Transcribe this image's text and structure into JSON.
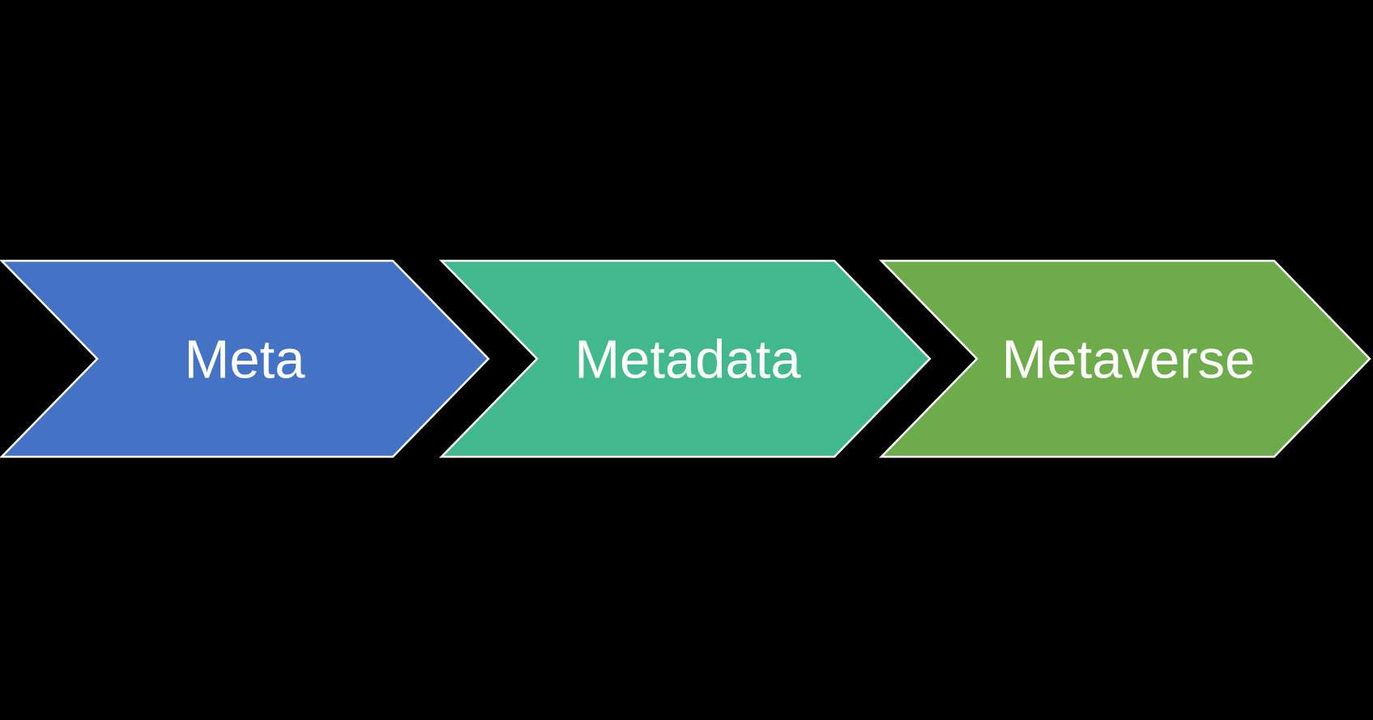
{
  "diagram": {
    "type": "chevron-process-flow",
    "background_color": "#000000",
    "outline_color": "#FFFFFF",
    "text_color": "#FFFFFF",
    "steps": [
      {
        "label": "Meta",
        "fill": "#4473C5"
      },
      {
        "label": "Metadata",
        "fill": "#42B98C"
      },
      {
        "label": "Metaverse",
        "fill": "#6EAC4B"
      }
    ]
  }
}
